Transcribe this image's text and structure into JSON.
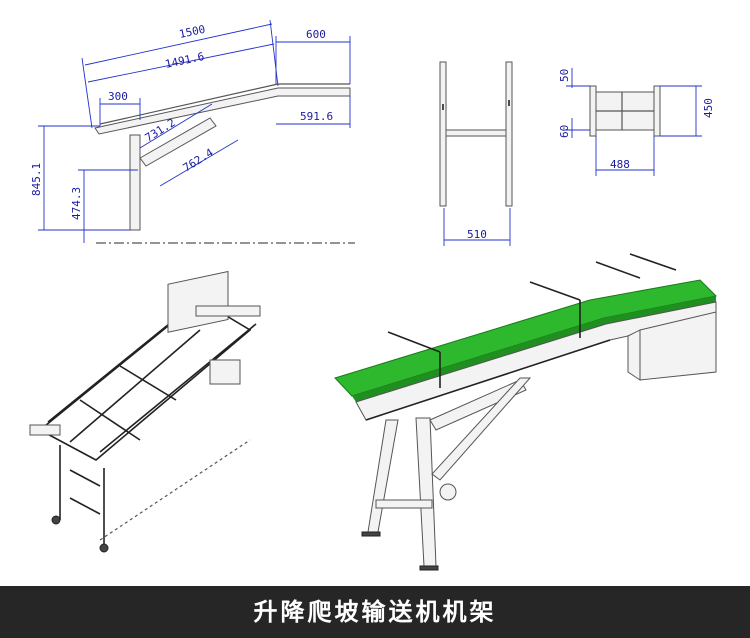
{
  "banner": {
    "title": "升降爬坡输送机机架"
  },
  "dimensions": {
    "d1500": "1500",
    "d1491": "1491.6",
    "d600": "600",
    "d591": "591.6",
    "d300": "300",
    "d731": "731.2",
    "d762": "762.4",
    "d845": "845.1",
    "d474": "474.3",
    "d510": "510",
    "d50": "50",
    "d60": "60",
    "d488": "488",
    "d450": "450"
  },
  "colors": {
    "belt": "#2db82d",
    "banner_bg": "#262626",
    "dimension": "#2233cc"
  }
}
